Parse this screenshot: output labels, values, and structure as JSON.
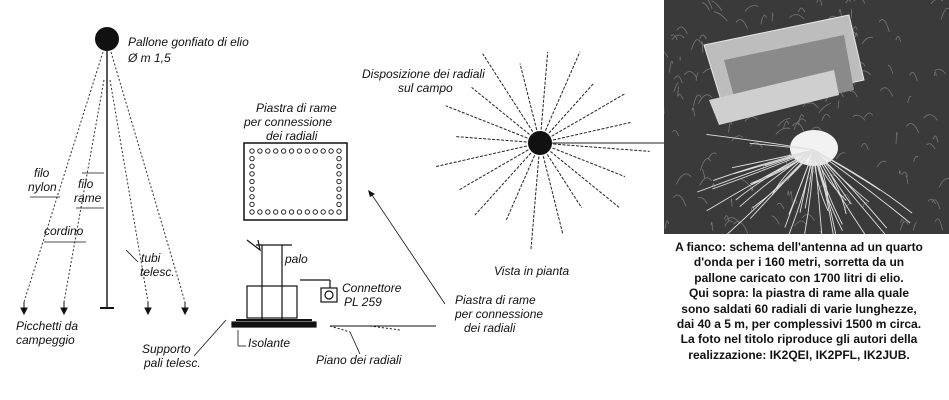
{
  "balloon": {
    "line1": "Pallone gonfiato di elio",
    "line2": "Ø m 1,5"
  },
  "left_labels": {
    "filo_nylon": [
      "filo",
      "nylon"
    ],
    "filo_rame": [
      "filo",
      "rame"
    ],
    "cordino": "cordino",
    "tubi_telesc": [
      "tubi",
      "telesc."
    ],
    "picchetti": [
      "Picchetti da",
      "campeggio"
    ],
    "supporto": [
      "Supporto",
      "pali telesc."
    ]
  },
  "middle_labels": {
    "piastra_top": [
      "Piastra di rame",
      "per connessione",
      "dei radiali"
    ],
    "palo": "palo",
    "connettore": [
      "Connettore",
      "PL 259"
    ],
    "isolante": "Isolante",
    "piano": "Piano dei radiali",
    "piastra_bottom": [
      "Piastra di rame",
      "per connessione",
      "dei radiali"
    ]
  },
  "radial_labels": {
    "disposizione": [
      "Disposizione dei radiali",
      "sul campo"
    ],
    "vista": "Vista in pianta"
  },
  "caption": [
    "A fianco: schema dell'antenna ad un quarto",
    "d'onda per i 160 metri, sorretta da un",
    "pallone caricato con 1700 litri di elio.",
    "Qui sopra: la piastra di rame alla quale",
    "sono saldati 60 radiali di varie lunghezze,",
    "dai 40 a 5 m, per complessivi 1500 m circa.",
    "La foto nel titolo riproduce gli autori della",
    "realizzazione: IK2QEI, IK2PFL, IK2JUB."
  ],
  "radials": {
    "count": 20
  }
}
